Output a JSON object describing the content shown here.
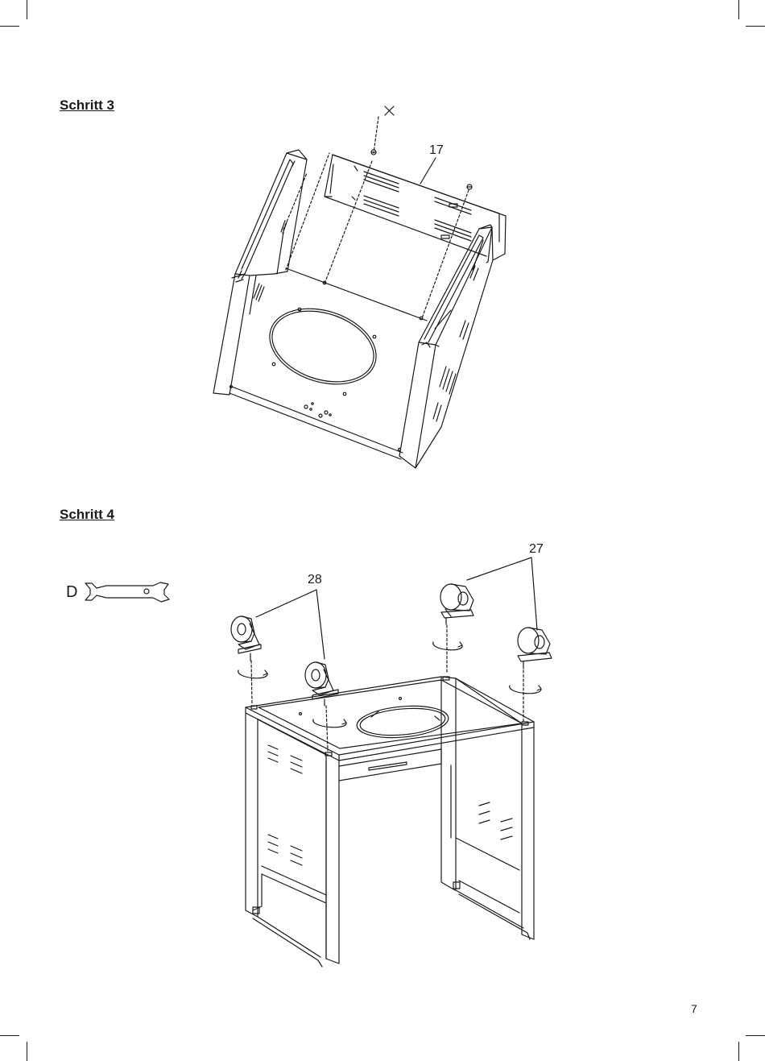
{
  "steps": [
    {
      "heading": "Schritt 3",
      "callouts": [
        "17"
      ]
    },
    {
      "heading": "Schritt 4",
      "callouts": [
        "28",
        "27"
      ],
      "tool_label": "D",
      "tool_icon": "wrench-icon"
    }
  ],
  "page_number": "7"
}
